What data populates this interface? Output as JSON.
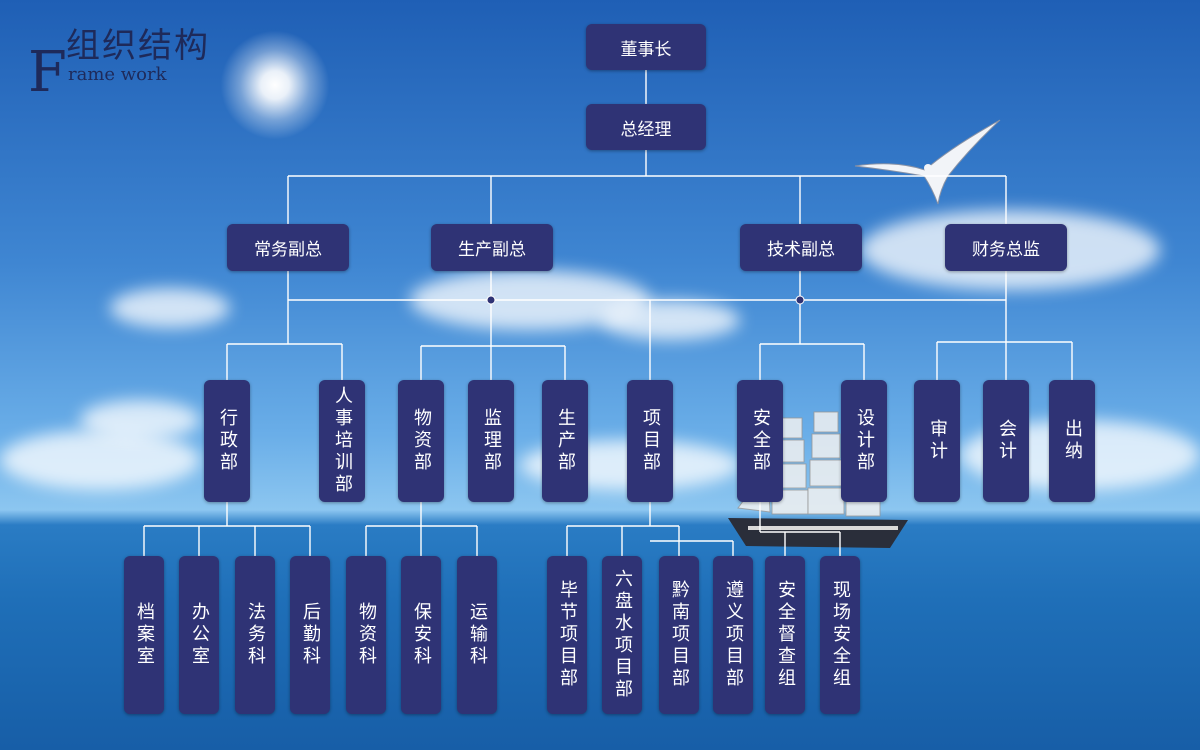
{
  "title": {
    "cn": "组织结构",
    "en_initial": "F",
    "en_rest": "rame work"
  },
  "top": {
    "chairman": "董事长",
    "gm": "总经理"
  },
  "vps": [
    "常务副总",
    "生产副总",
    "技术副总",
    "财务总监"
  ],
  "depts": [
    "行政部",
    "人事培训部",
    "物资部",
    "监理部",
    "生产部",
    "项目部",
    "安全部",
    "设计部",
    "审计",
    "会计",
    "出纳"
  ],
  "sections": [
    "档案室",
    "办公室",
    "法务科",
    "后勤科",
    "物资科",
    "保安科",
    "运输科",
    "毕节项目部",
    "六盘水项目部",
    "黔南项目部",
    "遵义项目部",
    "安全督查组",
    "现场安全组"
  ]
}
